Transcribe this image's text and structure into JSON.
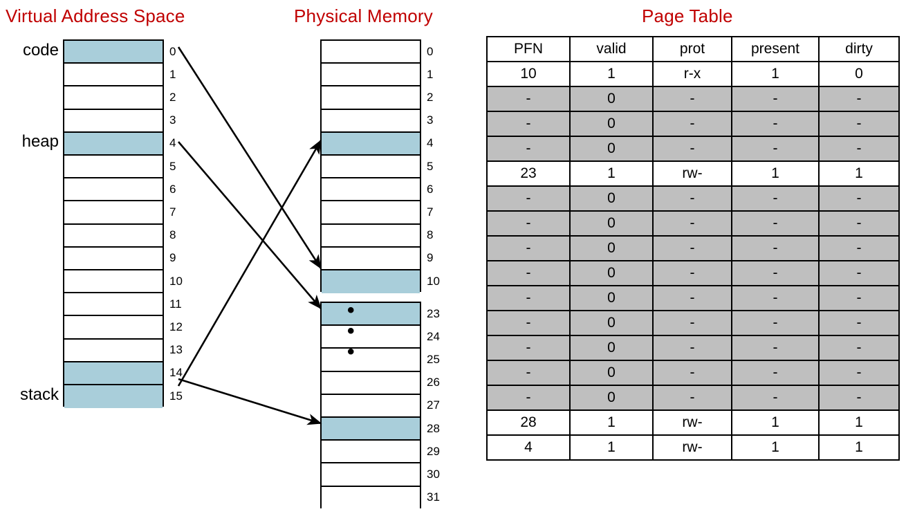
{
  "titles": {
    "vas": "Virtual Address Space",
    "pm": "Physical Memory",
    "pt": "Page Table"
  },
  "colors": {
    "title_red": "#C00000",
    "mapped_fill": "#A9CEDA",
    "invalid_row_fill": "#BFBFBF",
    "border": "#000000",
    "page_fill": "#FFFFFF"
  },
  "virtual_address_space": {
    "segment_labels": [
      {
        "label": "code",
        "vpn": 0
      },
      {
        "label": "heap",
        "vpn": 4
      },
      {
        "label": "stack",
        "vpn": 15
      }
    ],
    "pages": [
      {
        "vpn": "0",
        "mapped": true
      },
      {
        "vpn": "1",
        "mapped": false
      },
      {
        "vpn": "2",
        "mapped": false
      },
      {
        "vpn": "3",
        "mapped": false
      },
      {
        "vpn": "4",
        "mapped": true
      },
      {
        "vpn": "5",
        "mapped": false
      },
      {
        "vpn": "6",
        "mapped": false
      },
      {
        "vpn": "7",
        "mapped": false
      },
      {
        "vpn": "8",
        "mapped": false
      },
      {
        "vpn": "9",
        "mapped": false
      },
      {
        "vpn": "10",
        "mapped": false
      },
      {
        "vpn": "11",
        "mapped": false
      },
      {
        "vpn": "12",
        "mapped": false
      },
      {
        "vpn": "13",
        "mapped": false
      },
      {
        "vpn": "14",
        "mapped": true
      },
      {
        "vpn": "15",
        "mapped": true
      }
    ]
  },
  "physical_memory": {
    "ellipsis": "• • •",
    "group_top": [
      {
        "pfn": "0",
        "mapped": false
      },
      {
        "pfn": "1",
        "mapped": false
      },
      {
        "pfn": "2",
        "mapped": false
      },
      {
        "pfn": "3",
        "mapped": false
      },
      {
        "pfn": "4",
        "mapped": true
      },
      {
        "pfn": "5",
        "mapped": false
      },
      {
        "pfn": "6",
        "mapped": false
      },
      {
        "pfn": "7",
        "mapped": false
      },
      {
        "pfn": "8",
        "mapped": false
      },
      {
        "pfn": "9",
        "mapped": false
      },
      {
        "pfn": "10",
        "mapped": true
      }
    ],
    "group_bottom": [
      {
        "pfn": "23",
        "mapped": true
      },
      {
        "pfn": "24",
        "mapped": false
      },
      {
        "pfn": "25",
        "mapped": false
      },
      {
        "pfn": "26",
        "mapped": false
      },
      {
        "pfn": "27",
        "mapped": false
      },
      {
        "pfn": "28",
        "mapped": true
      },
      {
        "pfn": "29",
        "mapped": false
      },
      {
        "pfn": "30",
        "mapped": false
      },
      {
        "pfn": "31",
        "mapped": false
      }
    ]
  },
  "mappings": [
    {
      "vpn": "0",
      "pfn": "10"
    },
    {
      "vpn": "4",
      "pfn": "23"
    },
    {
      "vpn": "14",
      "pfn": "28"
    },
    {
      "vpn": "15",
      "pfn": "4"
    }
  ],
  "page_table": {
    "columns": [
      "PFN",
      "valid",
      "prot",
      "present",
      "dirty"
    ],
    "rows": [
      {
        "pfn": "10",
        "valid": "1",
        "prot": "r-x",
        "present": "1",
        "dirty": "0",
        "invalid": false
      },
      {
        "pfn": "-",
        "valid": "0",
        "prot": "-",
        "present": "-",
        "dirty": "-",
        "invalid": true
      },
      {
        "pfn": "-",
        "valid": "0",
        "prot": "-",
        "present": "-",
        "dirty": "-",
        "invalid": true
      },
      {
        "pfn": "-",
        "valid": "0",
        "prot": "-",
        "present": "-",
        "dirty": "-",
        "invalid": true
      },
      {
        "pfn": "23",
        "valid": "1",
        "prot": "rw-",
        "present": "1",
        "dirty": "1",
        "invalid": false
      },
      {
        "pfn": "-",
        "valid": "0",
        "prot": "-",
        "present": "-",
        "dirty": "-",
        "invalid": true
      },
      {
        "pfn": "-",
        "valid": "0",
        "prot": "-",
        "present": "-",
        "dirty": "-",
        "invalid": true
      },
      {
        "pfn": "-",
        "valid": "0",
        "prot": "-",
        "present": "-",
        "dirty": "-",
        "invalid": true
      },
      {
        "pfn": "-",
        "valid": "0",
        "prot": "-",
        "present": "-",
        "dirty": "-",
        "invalid": true
      },
      {
        "pfn": "-",
        "valid": "0",
        "prot": "-",
        "present": "-",
        "dirty": "-",
        "invalid": true
      },
      {
        "pfn": "-",
        "valid": "0",
        "prot": "-",
        "present": "-",
        "dirty": "-",
        "invalid": true
      },
      {
        "pfn": "-",
        "valid": "0",
        "prot": "-",
        "present": "-",
        "dirty": "-",
        "invalid": true
      },
      {
        "pfn": "-",
        "valid": "0",
        "prot": "-",
        "present": "-",
        "dirty": "-",
        "invalid": true
      },
      {
        "pfn": "-",
        "valid": "0",
        "prot": "-",
        "present": "-",
        "dirty": "-",
        "invalid": true
      },
      {
        "pfn": "28",
        "valid": "1",
        "prot": "rw-",
        "present": "1",
        "dirty": "1",
        "invalid": false
      },
      {
        "pfn": "4",
        "valid": "1",
        "prot": "rw-",
        "present": "1",
        "dirty": "1",
        "invalid": false
      }
    ]
  }
}
